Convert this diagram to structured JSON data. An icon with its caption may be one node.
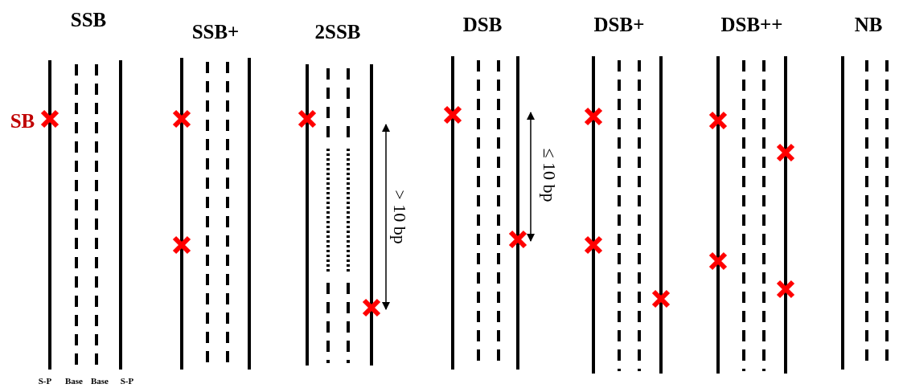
{
  "diagram": {
    "labels": [
      "SSB",
      "SSB+",
      "2SSB",
      "DSB",
      "DSB+",
      "DSB++",
      "NB",
      "SB",
      "> 10 bp",
      "≤ 10 bp",
      "S-P",
      "Base",
      "Base",
      "S-P"
    ]
  }
}
